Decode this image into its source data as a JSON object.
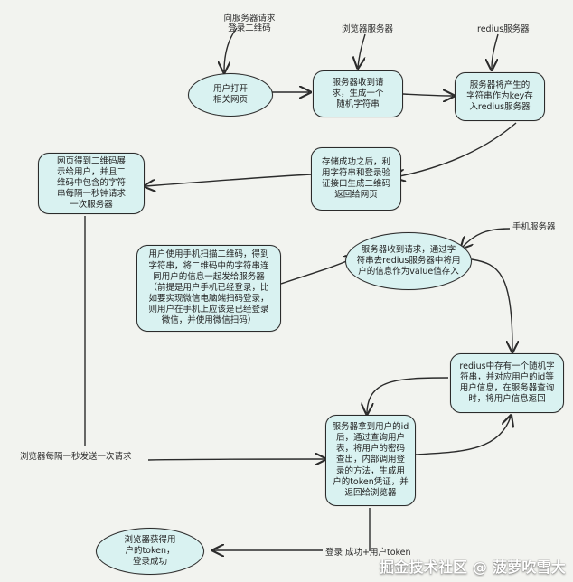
{
  "labels": {
    "top_request": "向服务器请求\n登录二维码",
    "browser_server": "浏览器服务器",
    "redis_server": "redius服务器",
    "mobile_server": "手机服务器",
    "browser_poll": "浏览器每隔一秒发送一次请求",
    "login_success": "登录 成功+用户token"
  },
  "nodes": {
    "user_open_page": "用户打开\n相关网页",
    "server_generate_random": "服务器收到请\n求，生成一个\n随机字符串",
    "save_to_redis": "服务器将产生的\n字符串作为key存\n入redius服务器",
    "generate_qr": "存储成功之后，利\n用字符串和登录验\n证接口生成二维码\n返回给网页",
    "webpage_show_qr": "网页得到二维码展\n示给用户，并且二\n维码中包含的字符\n串每隔一秒钟请求\n一次服务器",
    "user_scan_qr": "用户使用手机扫描二维码，得到\n字符串，将二维码中的字符串连\n同用户的信息一起发给服务器\n（前提是用户手机已经登录，比\n如要实现微信电脑端扫码登录，\n则用户在手机上应该是已经登录\n微信，并使用微信扫码）",
    "mobile_store_redis": "服务器收到请求，通过字\n符串去redius服务器中将用\n户的信息作为value值存入",
    "redis_random_id": "redius中存有一个随机字\n符串，并对应用户的id等\n用户信息，在服务器查询\n时，将用户信息返回",
    "server_get_user": "服务器拿到用户的id\n后，通过查询用户\n表，将用户的密码\n查出，内部调用登\n录的方法，生成用\n户的token凭证，并\n返回给浏览器",
    "browser_get_token": "浏览器获得用\n户的token，\n登录成功"
  },
  "watermark": "掘金技术社区 @ 菠萝吹雪大",
  "colors": {
    "node_fill": "#d9f2f1",
    "stroke": "#2b2b2b",
    "background": "#f2f3ef"
  }
}
